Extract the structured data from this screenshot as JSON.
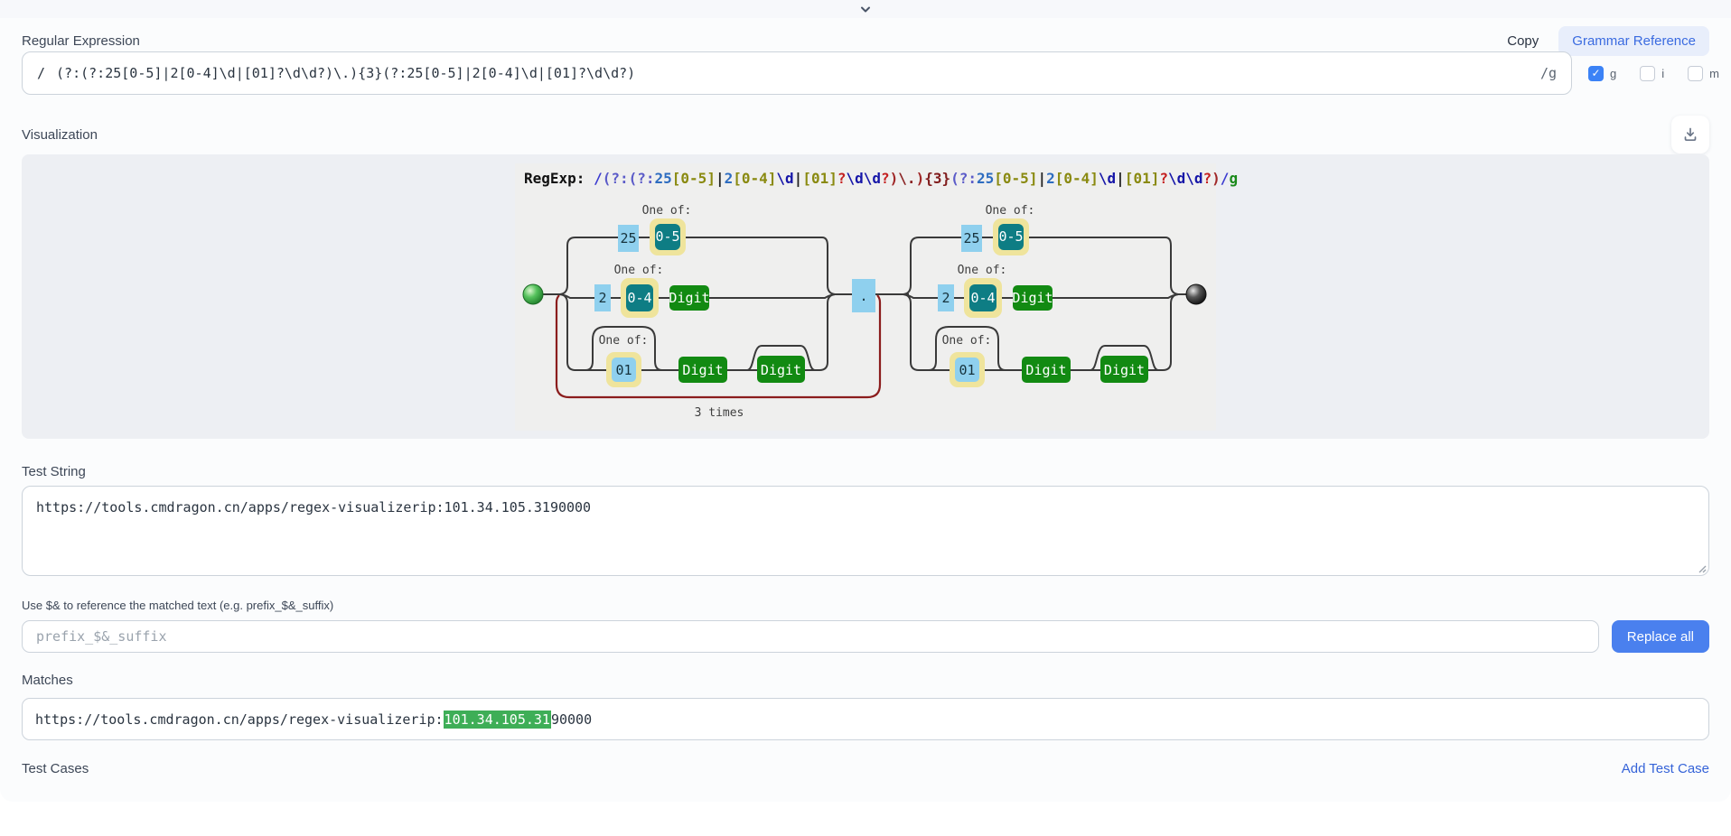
{
  "header": {
    "title": "Regular Expression",
    "copy_label": "Copy",
    "grammar_label": "Grammar Reference"
  },
  "regex": {
    "prefix": "/",
    "value": "(?:(?:25[0-5]|2[0-4]\\d|[01]?\\d\\d?)\\.){3}(?:25[0-5]|2[0-4]\\d|[01]?\\d\\d?)",
    "suffix": "/g",
    "flags": [
      {
        "label": "g",
        "checked": true
      },
      {
        "label": "i",
        "checked": false
      },
      {
        "label": "m",
        "checked": false
      }
    ]
  },
  "visualization": {
    "title": "Visualization",
    "download_icon": "download-icon",
    "regexp_tokens": [
      [
        "k",
        "RegExp: "
      ],
      [
        "s",
        "/"
      ],
      [
        "p",
        "(?:"
      ],
      [
        "p",
        "(?:"
      ],
      [
        "n",
        "25"
      ],
      [
        "c",
        "[0-5]"
      ],
      [
        "b",
        "|"
      ],
      [
        "n",
        "2"
      ],
      [
        "c",
        "[0-4]"
      ],
      [
        "d",
        "\\d"
      ],
      [
        "b",
        "|"
      ],
      [
        "c",
        "[01]"
      ],
      [
        "q",
        "?"
      ],
      [
        "d",
        "\\d"
      ],
      [
        "d",
        "\\d"
      ],
      [
        "q",
        "?"
      ],
      [
        "r",
        ")"
      ],
      [
        "e",
        "\\."
      ],
      [
        "r",
        ")"
      ],
      [
        "m",
        "{3}"
      ],
      [
        "p",
        "(?:"
      ],
      [
        "n",
        "25"
      ],
      [
        "c",
        "[0-5]"
      ],
      [
        "b",
        "|"
      ],
      [
        "n",
        "2"
      ],
      [
        "c",
        "[0-4]"
      ],
      [
        "d",
        "\\d"
      ],
      [
        "b",
        "|"
      ],
      [
        "c",
        "[01]"
      ],
      [
        "q",
        "?"
      ],
      [
        "d",
        "\\d"
      ],
      [
        "d",
        "\\d"
      ],
      [
        "q",
        "?"
      ],
      [
        "r",
        ")"
      ],
      [
        "s",
        "/"
      ],
      [
        "g",
        "g"
      ]
    ],
    "diagram": {
      "one_of": "One of:",
      "lit_25": "25",
      "cls_05": "0-5",
      "lit_2": "2",
      "cls_04": "0-4",
      "digit": "Digit",
      "lit_01": "01",
      "dot": ".",
      "loop_label": "3 times"
    }
  },
  "test_string": {
    "label": "Test String",
    "value": "https://tools.cmdragon.cn/apps/regex-visualizerip:101.34.105.3190000"
  },
  "replace": {
    "helper": "Use $& to reference the matched text (e.g. prefix_$&_suffix)",
    "placeholder": "prefix_$&_suffix",
    "button": "Replace all"
  },
  "matches": {
    "label": "Matches",
    "before": "https://tools.cmdragon.cn/apps/regex-visualizerip:",
    "match": "101.34.105.31",
    "after": "90000"
  },
  "test_cases": {
    "label": "Test Cases",
    "add_label": "Add Test Case"
  },
  "colors": {
    "ui": {
      "check_bg": "#3b82f6",
      "pill_bg": "#e8eefb",
      "pill_text": "#3a6be0",
      "btn_bg": "#4a80ee",
      "link": "#3563d8",
      "highlight_bg": "#3eae57"
    },
    "diagram": {
      "literal_box": "#8fd0ee",
      "charclass_box": "#0e7d84",
      "charclass_border": "#efe49c",
      "digit_box": "#128a12",
      "line": "#3a3a3a",
      "loop": "#8b1d1d"
    },
    "tokens": {
      "k": "#111111",
      "s": "#3a3ad0",
      "p": "#5b5bc8",
      "n": "#2d6cc0",
      "c": "#8a8a10",
      "b": "#222222",
      "d": "#1616a8",
      "q": "#c42020",
      "r": "#a02828",
      "e": "#8b2424",
      "m": "#801c1c",
      "g": "#1a8a1a"
    }
  }
}
